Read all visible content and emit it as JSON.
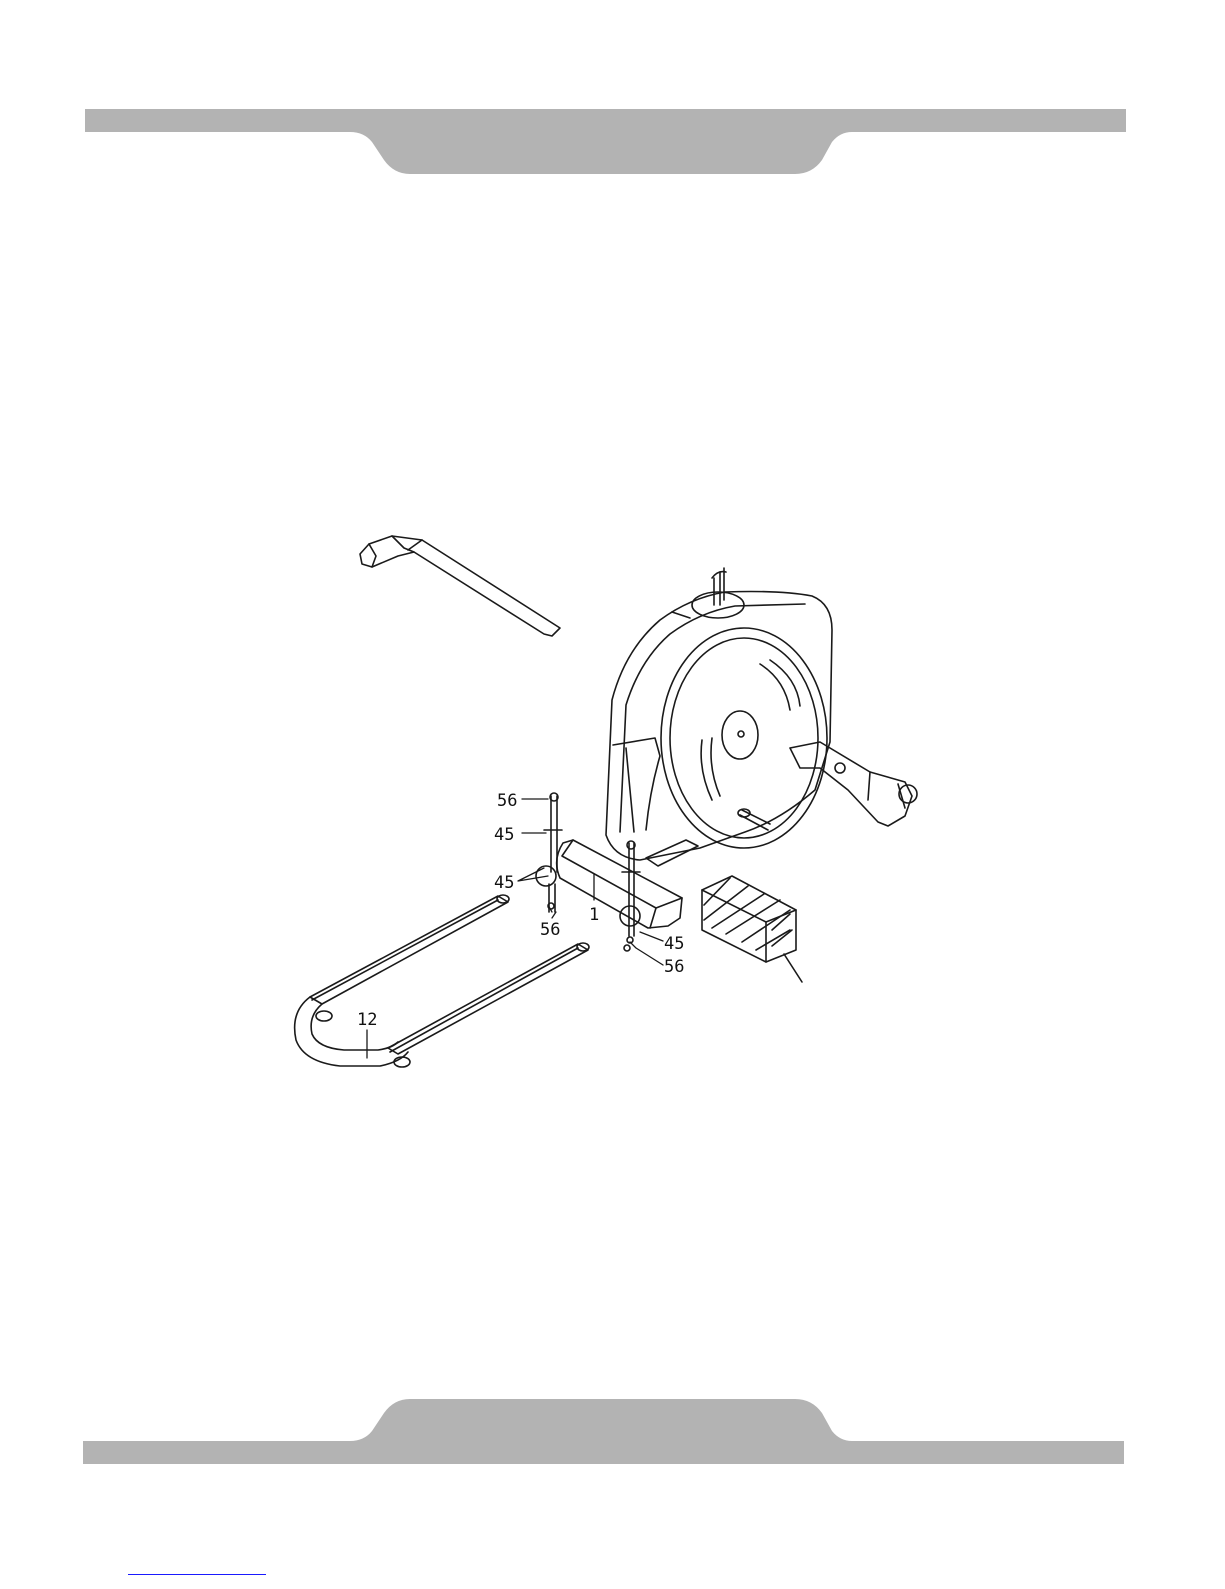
{
  "callouts": {
    "c56_top": "56",
    "c45_top": "45",
    "c45_left": "45",
    "c56_left": "56",
    "c1": "1",
    "c45_right": "45",
    "c56_right": "56",
    "c12": "12"
  },
  "colors": {
    "banner": "#b3b3b3",
    "line": "#1a1a1a",
    "link": "#1a1aff"
  }
}
